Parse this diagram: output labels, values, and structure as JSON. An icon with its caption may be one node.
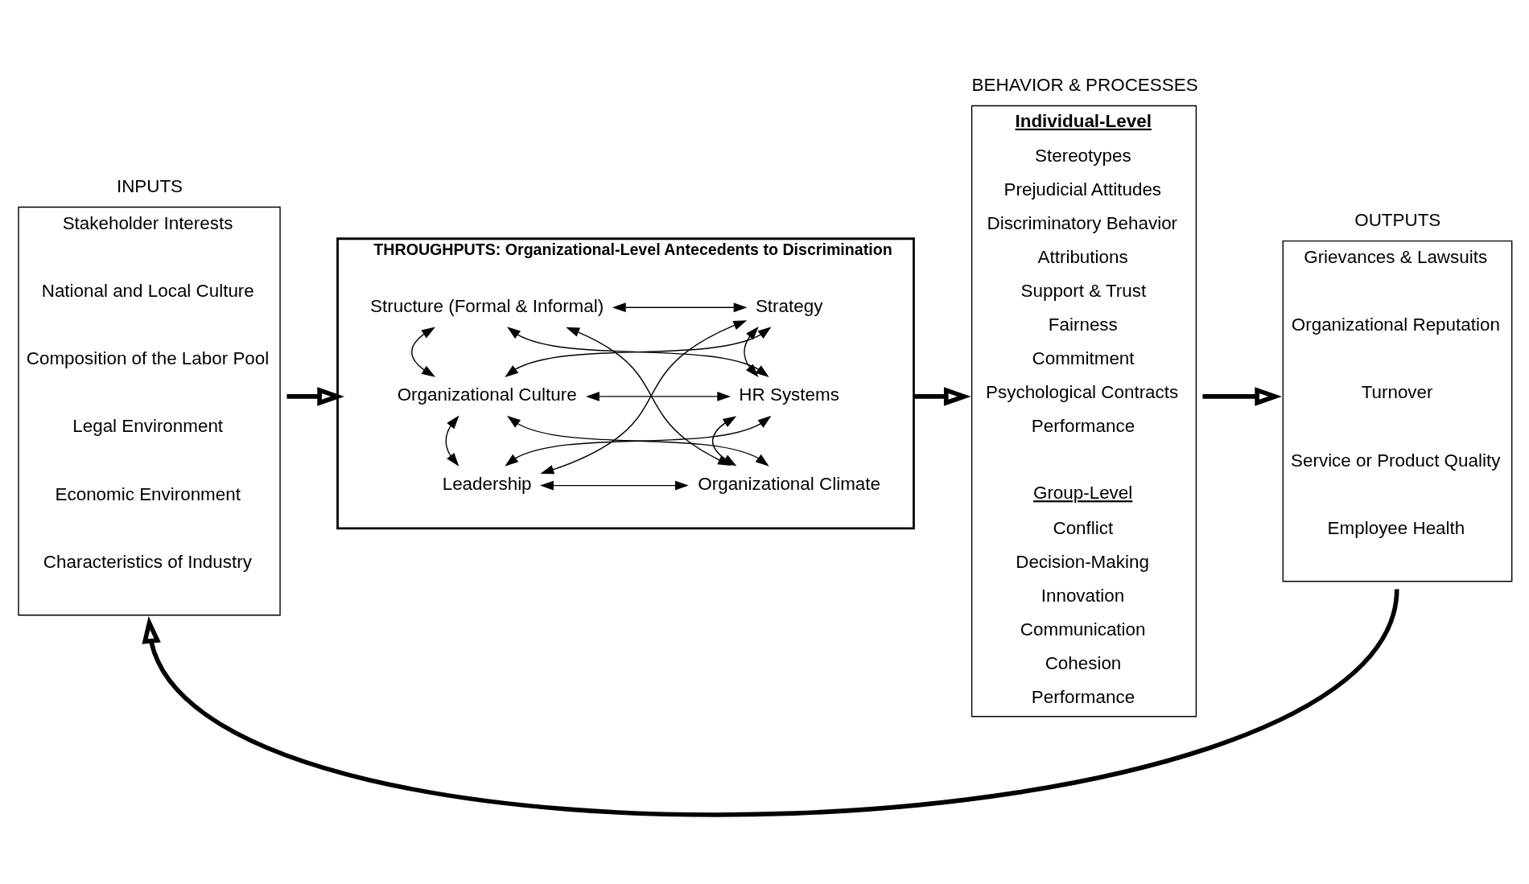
{
  "diagram": {
    "nodes": [
      {
        "text": [
          "INPUTS",
          "Stakeholder Interests",
          "National and Local Culture",
          "Composition of the Labor Pool",
          "Legal Environment",
          "Economic Environment",
          "Characteristics of Industry"
        ]
      },
      {
        "text": [
          "THROUGHPUTS: Organizational-Level Antecedents to Discrimination"
        ]
      },
      {
        "text": [
          "Structure (Formal & Informal)"
        ],
        "in": 1
      },
      {
        "text": [
          "Strategy"
        ],
        "in": 1
      },
      {
        "text": [
          "Organizational Culture"
        ],
        "in": 1
      },
      {
        "text": [
          "HR Systems"
        ],
        "in": 1
      },
      {
        "text": [
          "Leadership"
        ],
        "in": 1
      },
      {
        "text": [
          "Organizational Climate"
        ],
        "in": 1
      },
      {
        "text": [
          "BEHAVIOR & PROCESSES",
          "Individual-Level",
          "Stereotypes",
          "Prejudicial Attitudes",
          "Discriminatory Behavior",
          "Attributions",
          "Support & Trust",
          "Fairness",
          "Commitment",
          "Psychological Contracts",
          "Performance",
          "Group-Level",
          "Conflict",
          "Decision-Making",
          "Innovation",
          "Communication",
          "Cohesion",
          "Performance"
        ]
      },
      {
        "text": [
          "OUTPUTS",
          "Grievances & Lawsuits",
          "Organizational Reputation",
          "Turnover",
          "Service or Product Quality",
          "Employee Health"
        ]
      }
    ],
    "edges": [
      {
        "from": 0,
        "to": 1,
        "arrow": "to",
        "style": "thick"
      },
      {
        "from": 2,
        "to": 3,
        "arrow": "both"
      },
      {
        "from": 2,
        "to": 4,
        "arrow": "both"
      },
      {
        "from": 3,
        "to": 5,
        "arrow": "both"
      },
      {
        "from": 2,
        "to": 5,
        "arrow": "both"
      },
      {
        "from": 2,
        "to": 7,
        "arrow": "both"
      },
      {
        "from": 3,
        "to": 4,
        "arrow": "both"
      },
      {
        "from": 3,
        "to": 6,
        "arrow": "both"
      },
      {
        "from": 4,
        "to": 5,
        "arrow": "both"
      },
      {
        "from": 4,
        "to": 7,
        "arrow": "both"
      },
      {
        "from": 4,
        "to": 6,
        "arrow": "both"
      },
      {
        "from": 6,
        "to": 5,
        "arrow": "both"
      },
      {
        "from": 5,
        "to": 7,
        "arrow": "both"
      },
      {
        "from": 6,
        "to": 7,
        "arrow": "both"
      },
      {
        "from": 1,
        "to": 8,
        "arrow": "to",
        "style": "thick"
      },
      {
        "from": 8,
        "to": 9,
        "arrow": "to",
        "style": "thick"
      },
      {
        "from": 9,
        "to": 0,
        "arrow": "to",
        "style": "thick"
      }
    ]
  }
}
